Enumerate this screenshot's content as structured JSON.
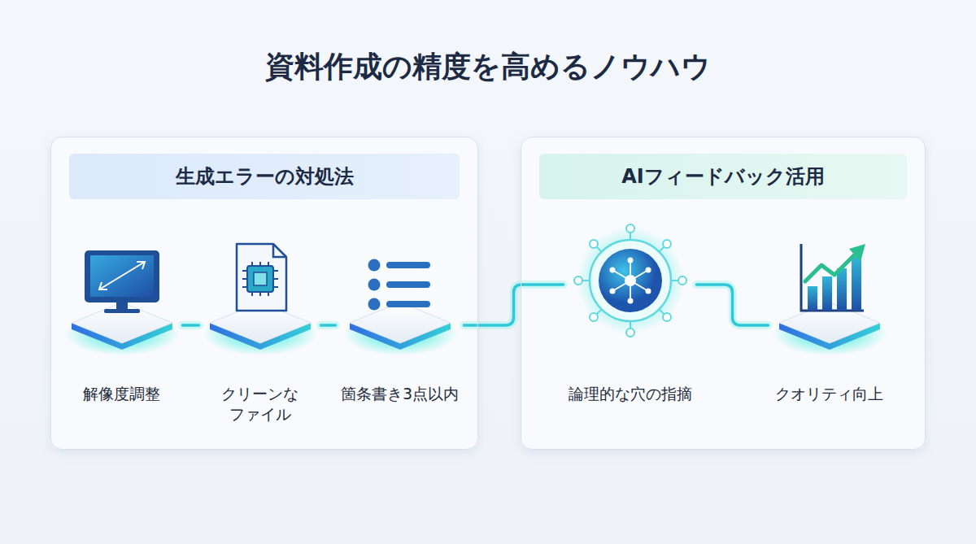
{
  "diagram": {
    "title": "資料作成の精度を高めるノウハウ",
    "nodes": [
      {
        "text": [
          "生成エラーの対処法"
        ]
      },
      {
        "text": [
          "解像度調整"
        ],
        "in": 0
      },
      {
        "text": [
          "クリーンな ファイル"
        ],
        "in": 0
      },
      {
        "text": [
          "箇条書き3点以内"
        ],
        "in": 0
      },
      {
        "text": [
          "AIフィードバック活用"
        ]
      },
      {
        "text": [
          "論理的な穴の指摘"
        ],
        "in": 4
      },
      {
        "text": [
          "クオリティ向上"
        ],
        "in": 4
      }
    ],
    "edges": [
      {
        "from": 1,
        "to": 2,
        "arrow": "none"
      },
      {
        "from": 2,
        "to": 3,
        "arrow": "none"
      },
      {
        "from": 3,
        "to": 5,
        "arrow": "none"
      },
      {
        "from": 5,
        "to": 6,
        "arrow": "none"
      }
    ]
  }
}
